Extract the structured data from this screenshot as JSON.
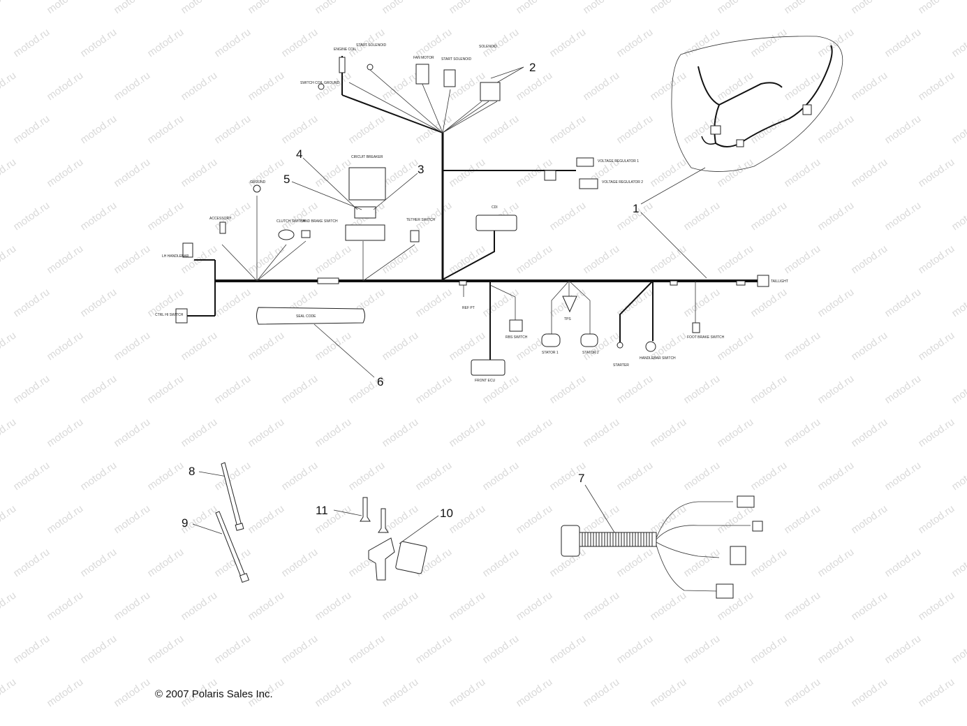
{
  "watermark": "motod.ru",
  "copyright": "© 2007 Polaris Sales Inc.",
  "callouts": [
    "1",
    "2",
    "3",
    "4",
    "5",
    "6",
    "7",
    "8",
    "9",
    "10",
    "11"
  ],
  "labels": {
    "circuit_breaker": "CIRCUIT BREAKER",
    "engine_coil": "ENGINE COIL",
    "start_solenoid": "START SOLENOID",
    "fan_motor": "FAN MOTOR",
    "start_solenoid_2": "START SOLENOID",
    "solenoid": "SOLENOID",
    "switch_coil_ground": "SWITCH COIL GROUND",
    "voltage_regulator_1": "VOLTAGE REGULATOR 1",
    "voltage_regulator_2": "VOLTAGE REGULATOR 2",
    "cdi": "CDI",
    "ground": "GROUND",
    "accessory": "ACCESSORY",
    "clutch_switch": "CLUTCH SWITCH",
    "hand_brake_switch": "HAND BRAKE SWITCH",
    "tether_switch": "TETHER SWITCH",
    "lh_handlebar": "LH HANDLEBAR",
    "ctrl_hi_switch": "CTRL HI SWITCH",
    "taillight": "TAILLIGHT",
    "front_ecu": "FRONT ECU",
    "rbs_switch": "RBS SWITCH",
    "stator_1": "STATOR 1",
    "tps": "TPS",
    "stator_2": "STATOR 2",
    "starter": "STARTER",
    "handlebar_switch": "HANDLEBAR SWITCH",
    "foot_brake_switch": "FOOT BRAKE SWITCH",
    "ref_pt": "REF PT",
    "seal_code": "SEAL CODE"
  }
}
